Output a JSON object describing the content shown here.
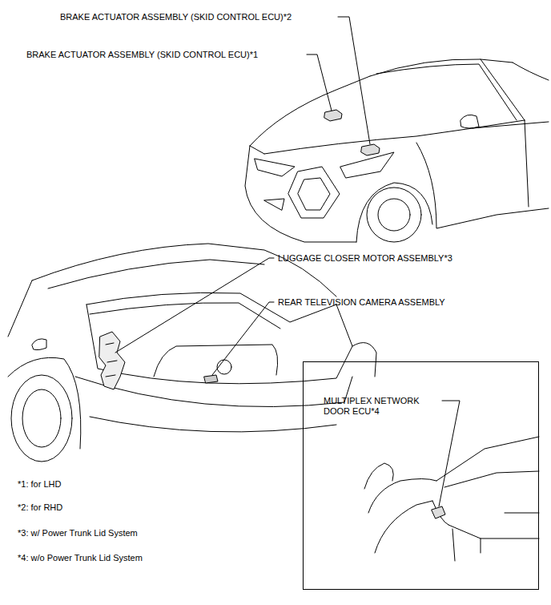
{
  "diagram": {
    "nodes": [
      {
        "text": [
          "MULTIPLEX NETWORK DOOR ECU*4"
        ]
      }
    ],
    "labels": [
      "BRAKE ACTUATOR ASSEMBLY (SKID CONTROL ECU)*2",
      "BRAKE ACTUATOR ASSEMBLY (SKID CONTROL ECU)*1",
      "LUGGAGE CLOSER MOTOR ASSEMBLY*3",
      "REAR TELEVISION CAMERA ASSEMBLY",
      "*1: for LHD",
      "*2: for RHD",
      "*3: w/ Power Trunk Lid System",
      "*4: w/o Power Trunk Lid System"
    ]
  }
}
